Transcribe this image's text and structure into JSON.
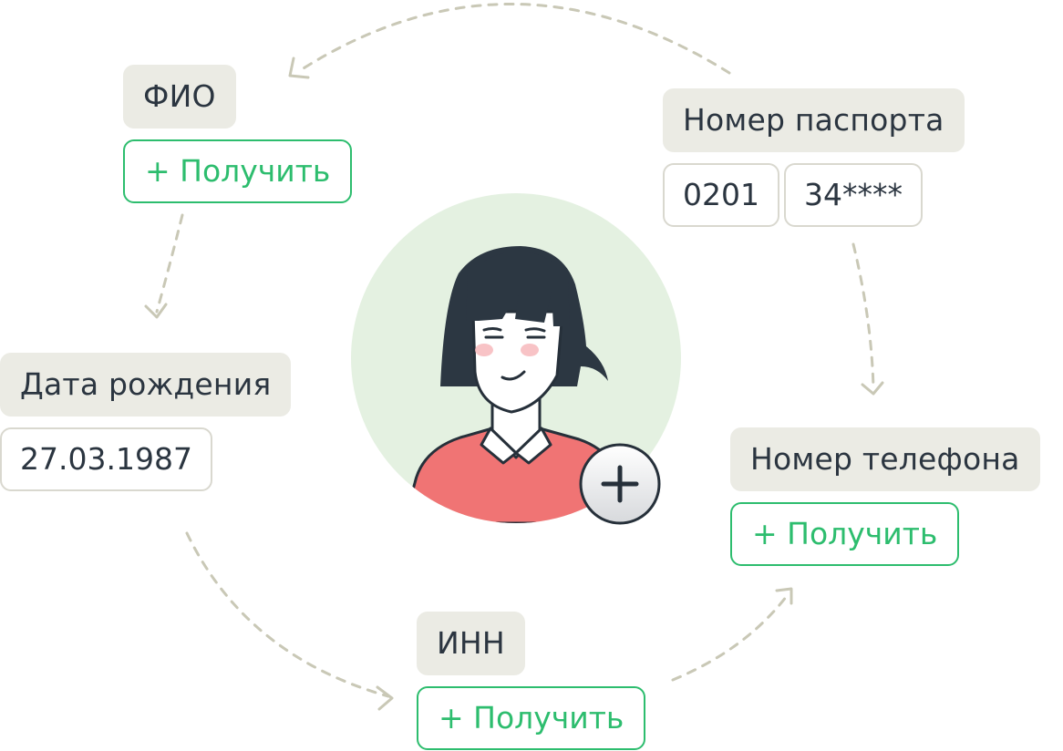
{
  "fields": {
    "fio": {
      "label": "ФИО",
      "action": "+ Получить"
    },
    "birth_date": {
      "label": "Дата рождения",
      "value": "27.03.1987"
    },
    "inn": {
      "label": "ИНН",
      "action": "+ Получить"
    },
    "phone": {
      "label": "Номер телефона",
      "action": "+ Получить"
    },
    "passport": {
      "label": "Номер паспорта",
      "series": "0201",
      "number": "34****"
    }
  },
  "colors": {
    "accent": "#2dbd6e",
    "label_bg": "#ebebe4",
    "text": "#2b3540",
    "avatar_bg": "#e4f1e1",
    "shirt": "#f07474",
    "hair": "#2c3742"
  },
  "icons": {
    "add": "plus-icon"
  }
}
